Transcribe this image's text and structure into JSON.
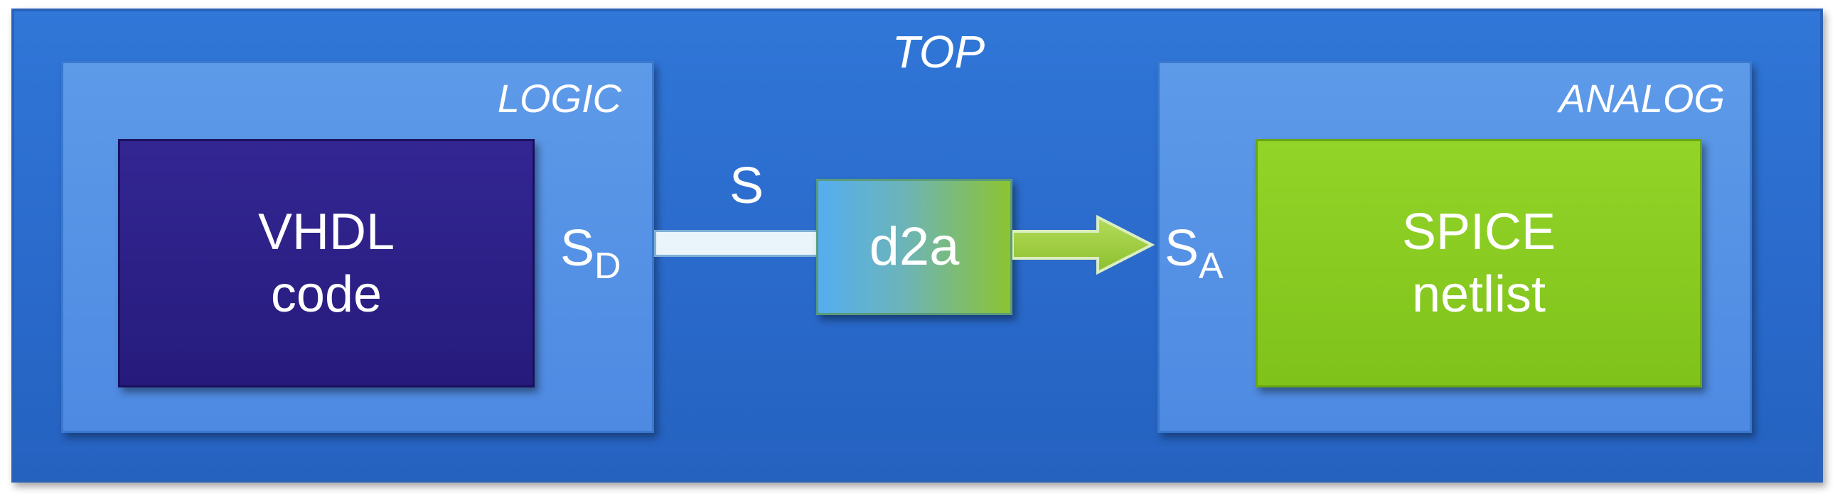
{
  "top": {
    "label": "TOP"
  },
  "logic": {
    "label": "LOGIC",
    "block_line1": "VHDL",
    "block_line2": "code",
    "port_main": "S",
    "port_sub": "D"
  },
  "analog": {
    "label": "ANALOG",
    "block_line1": "SPICE",
    "block_line2": "netlist",
    "port_main": "S",
    "port_sub": "A"
  },
  "signal": {
    "label": "S"
  },
  "converter": {
    "label": "d2a"
  },
  "colors": {
    "top_fill": "#2a6acb",
    "region_fill": "#5592e4",
    "vhdl_fill": "#2c2088",
    "spice_fill": "#8bcb22",
    "arrow_fill": "#9ccb3a"
  }
}
